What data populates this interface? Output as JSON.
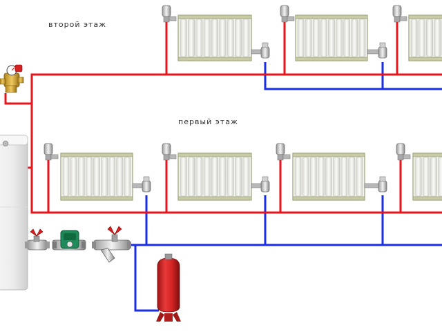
{
  "labels": {
    "second_floor": "второй этаж",
    "first_floor": "первый этаж"
  },
  "colors": {
    "supply_pipe": "#e8141c",
    "return_pipe": "#1a2ee6",
    "radiator_fill": "#f4f4f0",
    "radiator_frame": "#9aa07a",
    "expansion_tank": "#d42424",
    "boiler_body": "#eeeeee",
    "valve_handle": "#d42020"
  },
  "components": [
    "boiler",
    "safety-group",
    "ball-valve",
    "circulation-pump",
    "strainer-valve",
    "expansion-tank",
    "radiator",
    "thermostatic-valve",
    "shutoff-valve"
  ]
}
